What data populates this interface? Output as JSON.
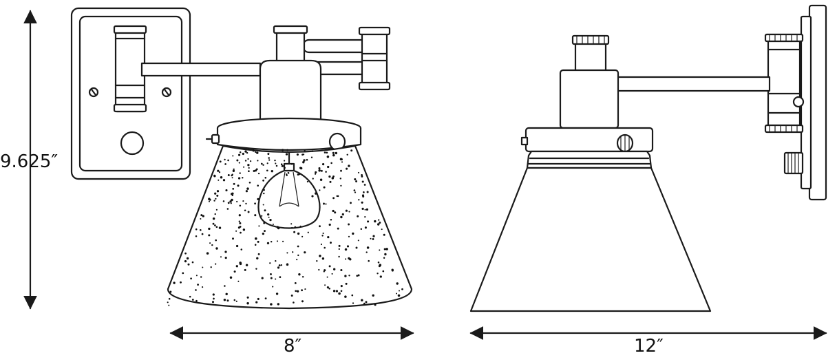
{
  "dimensions": {
    "height_label": "9.625″",
    "width_label": "8″",
    "depth_label": "12″"
  },
  "colors": {
    "line": "#1a1a1a",
    "background": "#ffffff"
  }
}
